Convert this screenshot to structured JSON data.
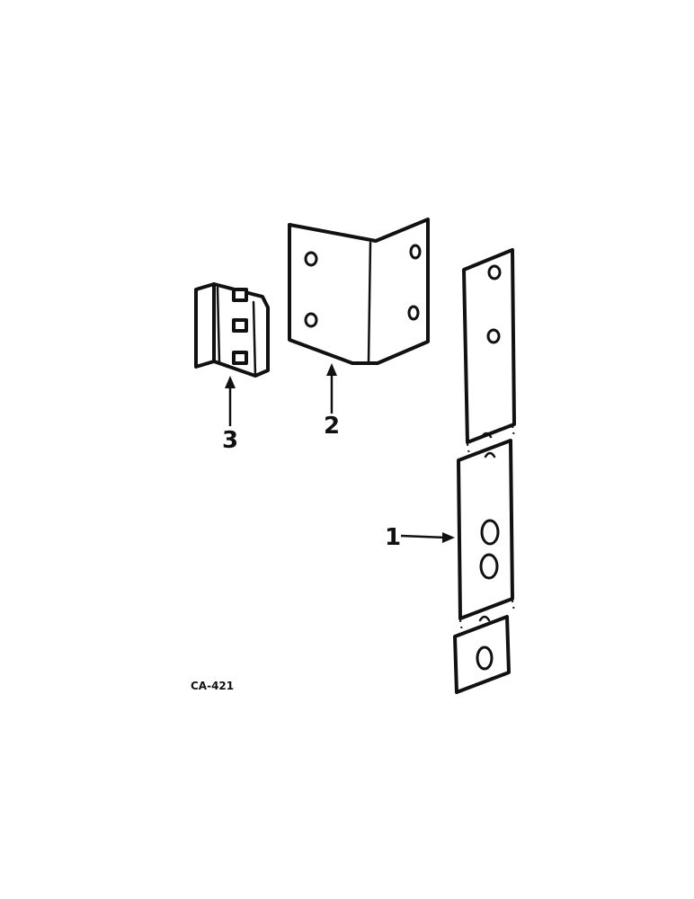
{
  "diagram": {
    "callouts": {
      "part1": "1",
      "part2": "2",
      "part3": "3"
    },
    "figure_code": "CA-421"
  }
}
